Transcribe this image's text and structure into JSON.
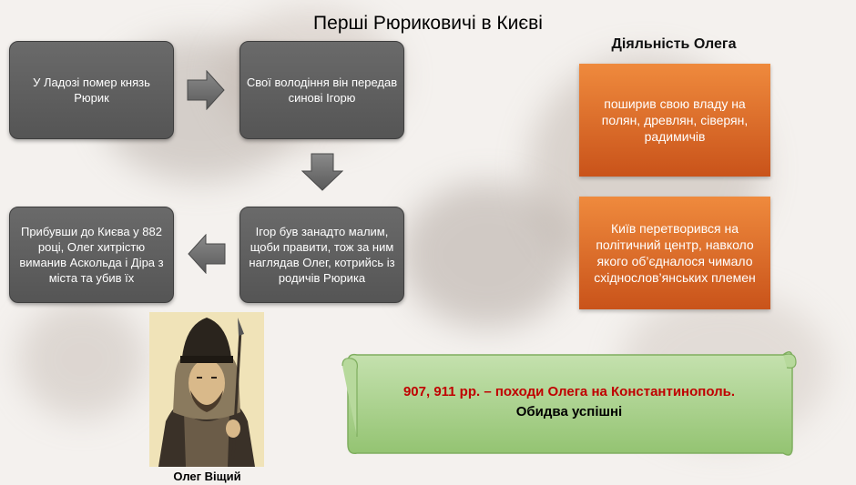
{
  "title": "Перші Рюриковичі в Києві",
  "activity_title": "Діяльність Олега",
  "flow": {
    "box1": "У Ладозі помер князь Рюрик",
    "box2": "Свої володіння він передав синові Ігорю",
    "box3": "Ігор був занадто малим, щоби правити, тож за ним наглядав Олег, котрийсь із родичів Рюрика",
    "box4": "Прибувши до Києва у 882 році, Олег хитрістю виманив Аскольда і Діра з міста та убив їх"
  },
  "activities": [
    "поширив свою владу на полян, древлян, сіверян, радимичів",
    "Київ перетворився на політичний центр, навколо якого об’єдналося чимало східнослов’янських племен"
  ],
  "scroll": {
    "line1": "907, 911 рр. – походи Олега на Константинополь.",
    "line2": "Обидва успішні"
  },
  "portrait_caption": "Олег Віщий",
  "colors": {
    "gray_box": "#5e5e5e",
    "orange": "#e0742e",
    "scroll_green": "#a9d18e",
    "red_text": "#c00000"
  }
}
